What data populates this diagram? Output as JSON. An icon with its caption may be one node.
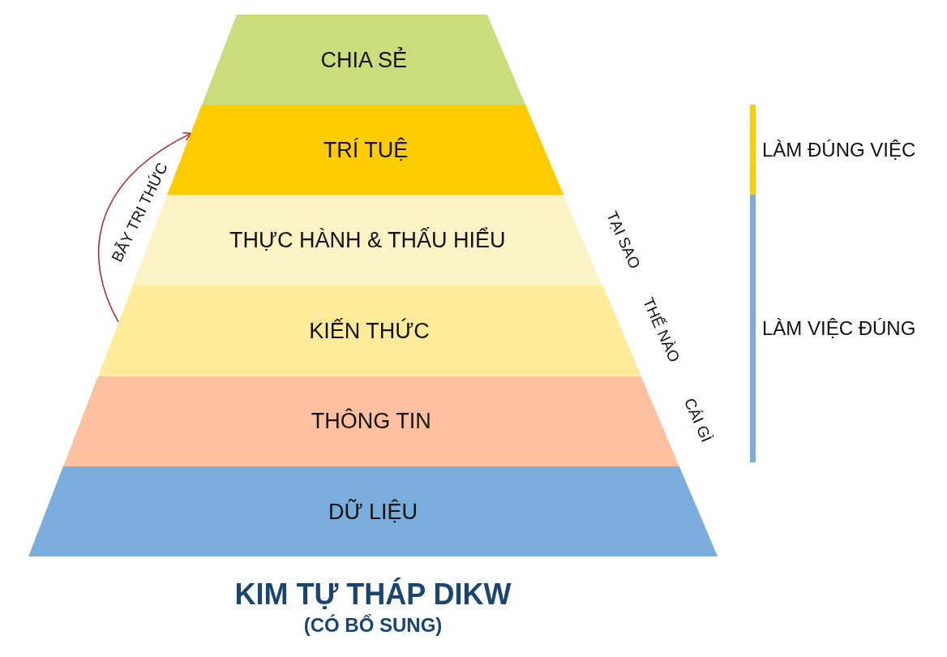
{
  "diagram": {
    "title": "KIM TỰ THÁP DIKW",
    "caption": "(CÓ BỔ SUNG)",
    "nodes": [
      {
        "text": [
          "CHIA SẺ"
        ]
      },
      {
        "text": [
          "TRÍ TUỆ"
        ]
      },
      {
        "text": [
          "THỰC HÀNH & THẤU HIỂU"
        ],
        "beside": [
          "TẠI SAO"
        ]
      },
      {
        "text": [
          "KIẾN THỨC"
        ],
        "beside": [
          "THẾ NÀO"
        ]
      },
      {
        "text": [
          "THÔNG TIN"
        ],
        "beside": [
          "CÁI GÌ"
        ]
      },
      {
        "text": [
          "DỮ LIỆU"
        ]
      }
    ],
    "edges": [
      {
        "from": 3,
        "to": 1,
        "arrow": "to",
        "label": "BẪY TRI THỨC",
        "color": "#b22222"
      }
    ],
    "legend": [
      {
        "text": "LÀM ĐÚNG VIỆC",
        "color": "#ffcc00"
      },
      {
        "text": "LÀM VIỆC ĐÚNG",
        "color": "#7aaddb"
      }
    ]
  }
}
